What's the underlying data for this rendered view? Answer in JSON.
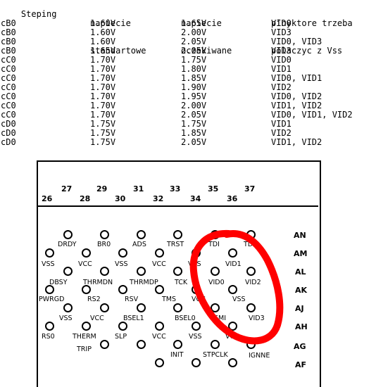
{
  "table": {
    "headers": [
      {
        "line1": "Steping",
        "line2": ""
      },
      {
        "line1": "napiecie",
        "line2": "standartowe"
      },
      {
        "line1": "napiecie",
        "line2": "oczekiwane"
      },
      {
        "line1": "pinyktore trzeba",
        "line2": "polaczyc z Vss"
      }
    ],
    "rows": [
      [
        "cB0",
        "1.60V",
        "1.65V",
        "VID0"
      ],
      [
        "cB0",
        "1.60V",
        "2.00V",
        "VID3"
      ],
      [
        "cB0",
        "1.60V",
        "2.05V",
        "VID0, VID3"
      ],
      [
        "cB0",
        "1.65V",
        "2.05V",
        "VID3"
      ],
      [
        "cC0",
        "1.70V",
        "1.75V",
        "VID0"
      ],
      [
        "cC0",
        "1.70V",
        "1.80V",
        "VID1"
      ],
      [
        "cC0",
        "1.70V",
        "1.85V",
        "VID0, VID1"
      ],
      [
        "cC0",
        "1.70V",
        "1.90V",
        "VID2"
      ],
      [
        "cC0",
        "1.70V",
        "1.95V",
        "VID0, VID2"
      ],
      [
        "cC0",
        "1.70V",
        "2.00V",
        "VID1, VID2"
      ],
      [
        "cC0",
        "1.70V",
        "2.05V",
        "VID0, VID1, VID2"
      ],
      [
        "cD0",
        "1.75V",
        "1.75V",
        "VID1"
      ],
      [
        "cD0",
        "1.75V",
        "1.85V",
        "VID2"
      ],
      [
        "cD0",
        "1.75V",
        "2.05V",
        "VID1, VID2"
      ]
    ]
  },
  "diagram": {
    "column_numbers_top": [
      "27",
      "29",
      "31",
      "33",
      "35",
      "37"
    ],
    "column_numbers_bottom": [
      "26",
      "28",
      "30",
      "32",
      "34",
      "36"
    ],
    "row_labels": [
      "AN",
      "AM",
      "AL",
      "AK",
      "AJ",
      "AH",
      "AG",
      "AF"
    ],
    "pin_labels": {
      "drdy": "DRDY",
      "br0": "BR0",
      "ads": "ADS",
      "trst": "TRST",
      "tdi": "TDI",
      "tdo": "TDO",
      "vss_am_26": "VSS",
      "vcc_am_28": "VCC",
      "vss_am_30": "VSS",
      "vcc_am_32": "VCC",
      "vss_am_34": "VSS",
      "vid1": "VID1",
      "dbsy": "DBSY",
      "thrmdn": "THRMDN",
      "thrmdp": "THRMDP",
      "tck": "TCK",
      "vid0": "VID0",
      "vid2": "VID2",
      "pwrgd": "PWRGD",
      "rs2": "RS2",
      "rsv": "RSV",
      "tms": "TMS",
      "vcc_ak_34": "VCC",
      "vss_ak_36": "VSS",
      "vss_aj_27": "VSS",
      "vcc_aj_29": "VCC",
      "bsel1": "BSEL1",
      "bsel0": "BSEL0",
      "smi": "SMI",
      "vid3": "VID3",
      "rs0": "RS0",
      "therm": "THERM",
      "trip": "TRIP",
      "slp": "SLP",
      "vcc_ag_32": "VCC",
      "vss_ag_34": "VSS",
      "vcc_ag_36": "VCC",
      "ignne": "IGNNE",
      "init": "INIT",
      "stpclk": "STPCLK"
    },
    "highlight_color": "#ff0000"
  }
}
